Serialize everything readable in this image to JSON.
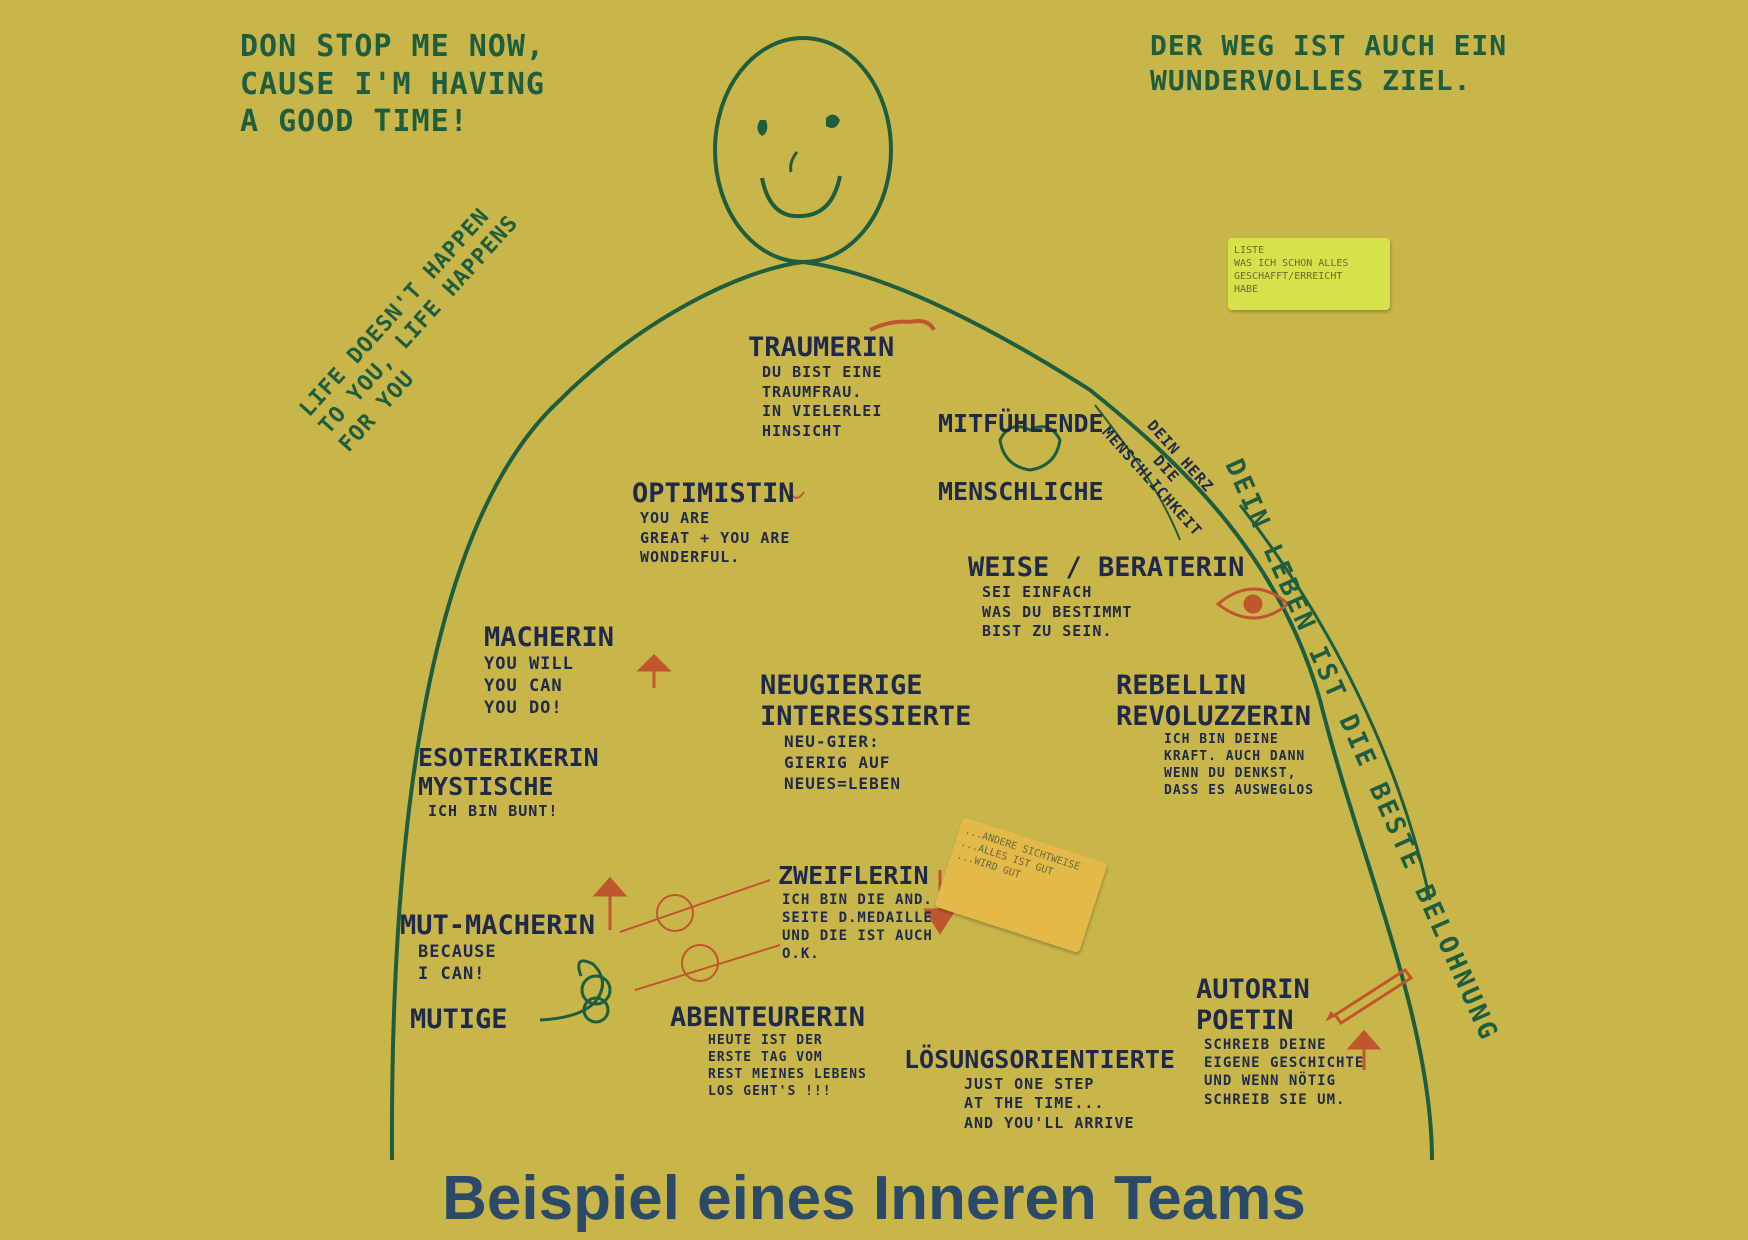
{
  "caption": "Beispiel eines Inneren Teams",
  "quotes": {
    "dont_stop": "DON STOP ME NOW,\nCAUSE I'M HAVING\nA GOOD TIME!",
    "weg": "DER WEG IST AUCH EIN\nWUNDERVOLLES ZIEL.",
    "life": "LIFE DOESN'T HAPPEN\nTO YOU, LIFE HAPPENS\nFOR YOU",
    "leben": "DEIN LEBEN IST DIE BESTE BELOHNUNG",
    "herz": "DEIN HERZ\nDIE\nMENSCHLICHKEIT"
  },
  "sticky_notes": {
    "green": "LISTE\nWAS ICH SCHON ALLES\nGESCHAFFT/ERREICHT\nHABE",
    "orange": "...ANDERE SICHTWEISE\n...ALLES IST GUT\n...WIRD GUT"
  },
  "members": [
    {
      "key": "traeumerin",
      "title": "TRAUMERIN",
      "text": "DU BIST EINE\nTRAUMFRAU.\nIN VIELERLEI\nHINSICHT"
    },
    {
      "key": "mitfuehlende",
      "title": "MITFÜHLENDE",
      "text": ""
    },
    {
      "key": "menschliche",
      "title": "MENSCHLICHE",
      "text": ""
    },
    {
      "key": "optimistin",
      "title": "OPTIMISTIN",
      "text": "YOU ARE\nGREAT + YOU ARE\nWONDERFUL."
    },
    {
      "key": "weise",
      "title": "WEISE / BERATERIN",
      "text": "SEI EINFACH\nWAS DU BESTIMMT\nBIST ZU SEIN."
    },
    {
      "key": "macherin",
      "title": "MACHERIN",
      "text": "YOU WILL\nYOU CAN\nYOU DO!"
    },
    {
      "key": "neugierige",
      "title": "NEUGIERIGE\nINTERESSIERTE",
      "text": "NEU-GIER:\nGIERIG AUF\nNEUES=LEBEN"
    },
    {
      "key": "rebellin",
      "title": "REBELLIN\n    REVOLUZZERIN",
      "text": "ICH BIN DEINE\nKRAFT. AUCH DANN\nWENN DU DENKST,\nDASS ES AUSWEGLOS"
    },
    {
      "key": "esoterikerin",
      "title": "ESOTERIKERIN\nMYSTISCHE",
      "text": "ICH BIN BUNT!"
    },
    {
      "key": "zweiflerin",
      "title": "ZWEIFLERIN",
      "text": "ICH BIN DIE AND.\nSEITE D.MEDAILLE\nUND DIE IST AUCH\nO.K."
    },
    {
      "key": "mutmacherin",
      "title": "MUT-MACHERIN",
      "text": "BECAUSE\nI CAN!"
    },
    {
      "key": "mutige",
      "title": "MUTIGE",
      "text": ""
    },
    {
      "key": "abenteurerin",
      "title": "ABENTEURERIN",
      "text": "HEUTE IST DER\nERSTE TAG VOM\nREST MEINES LEBENS\nLOS GEHT'S !!!"
    },
    {
      "key": "loesung",
      "title": "LÖSUNGSORIENTIERTE",
      "text": "JUST ONE STEP\nAT THE TIME...\nAND YOU'LL ARRIVE"
    },
    {
      "key": "autorin",
      "title": "AUTORIN\nPOETIN",
      "text": "SCHREIB DEINE\nEIGENE GESCHICHTE\nUND WENN NÖTIG\nSCHREIB SIE UM."
    }
  ],
  "colors": {
    "background": "#c9b64b",
    "outline": "#1f5d3f",
    "ink": "#1f2a4a",
    "accent": "#c0562e",
    "caption": "#2b4a6a"
  }
}
